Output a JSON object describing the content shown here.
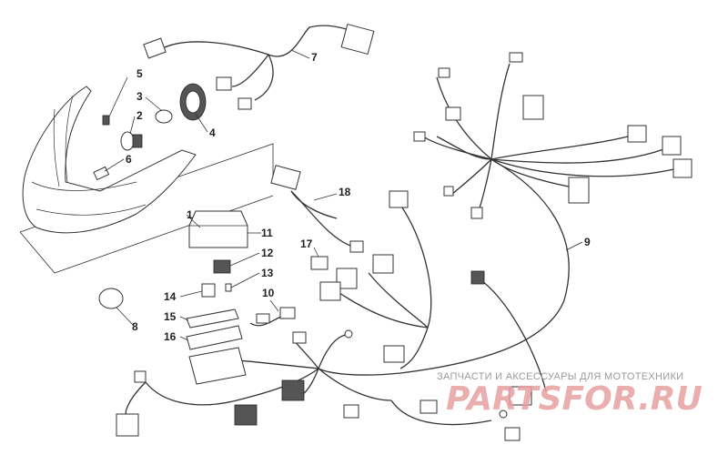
{
  "callouts": [
    {
      "id": "1",
      "label": "1"
    },
    {
      "id": "2",
      "label": "2"
    },
    {
      "id": "3",
      "label": "3"
    },
    {
      "id": "4",
      "label": "4"
    },
    {
      "id": "5",
      "label": "5"
    },
    {
      "id": "6",
      "label": "6"
    },
    {
      "id": "7",
      "label": "7"
    },
    {
      "id": "8",
      "label": "8"
    },
    {
      "id": "9",
      "label": "9"
    },
    {
      "id": "10",
      "label": "10"
    },
    {
      "id": "11",
      "label": "11"
    },
    {
      "id": "12",
      "label": "12"
    },
    {
      "id": "13",
      "label": "13"
    },
    {
      "id": "14",
      "label": "14"
    },
    {
      "id": "15",
      "label": "15"
    },
    {
      "id": "16",
      "label": "16"
    },
    {
      "id": "17",
      "label": "17"
    },
    {
      "id": "18",
      "label": "18"
    }
  ],
  "watermark": {
    "tagline": "ЗАПЧАСТИ И АКСЕССУАРЫ ДЛЯ МОТОТЕХНИКИ",
    "brand": "PARTSFOR.RU"
  }
}
